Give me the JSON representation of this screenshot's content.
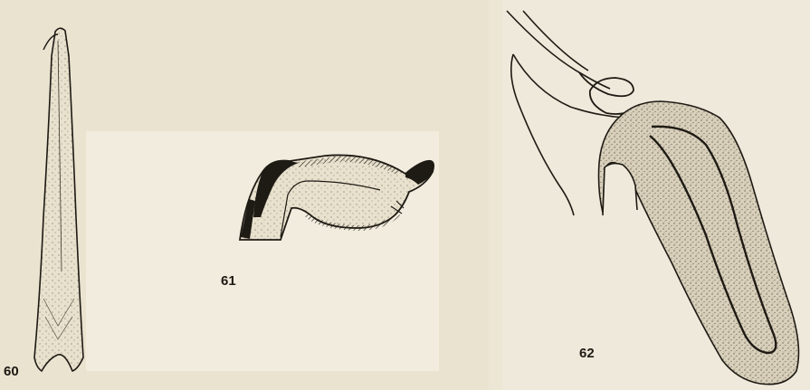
{
  "figures": [
    {
      "id": "fig-60",
      "label": "60"
    },
    {
      "id": "fig-61",
      "label": "61"
    },
    {
      "id": "fig-62",
      "label": "62"
    }
  ],
  "colors": {
    "background": "#ece6d4",
    "panel": "#f1ecdd",
    "ink": "#1e1a14",
    "stipple_fill": "#cdc4ad"
  }
}
